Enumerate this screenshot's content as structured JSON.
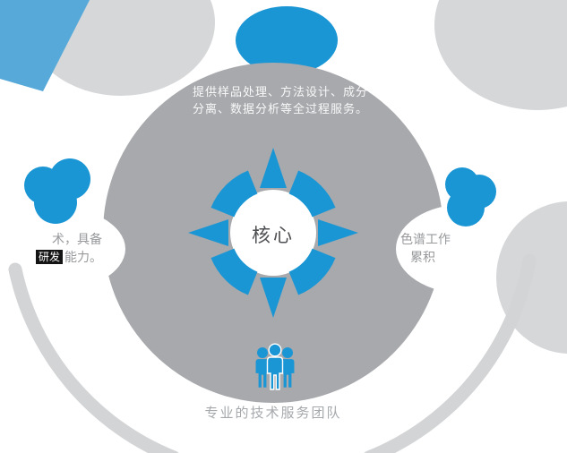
{
  "diagram": {
    "center": {
      "label": "核心"
    },
    "top_note": {
      "line1": "提供样品处理、方法设计、成分",
      "line2": "分离、数据分析等全过程服务。"
    },
    "left_note": {
      "line1": "术，具备",
      "badge": "研发",
      "line2": "能力。"
    },
    "right_note": {
      "line1": "色谱工作",
      "line2": "累积"
    },
    "bottom_caption": "专业的技术服务团队",
    "icons": {
      "compass": "compass-ring-icon",
      "team": "team-people-icon",
      "clouds": "cloud-accent-icon"
    },
    "colors": {
      "primary_blue": "#1b96d5",
      "light_blue": "#56a9d8",
      "circle_gray": "#a7a9ac",
      "light_gray": "#d5d7d9",
      "text_gray": "#97999b",
      "badge_black": "#141414"
    }
  }
}
